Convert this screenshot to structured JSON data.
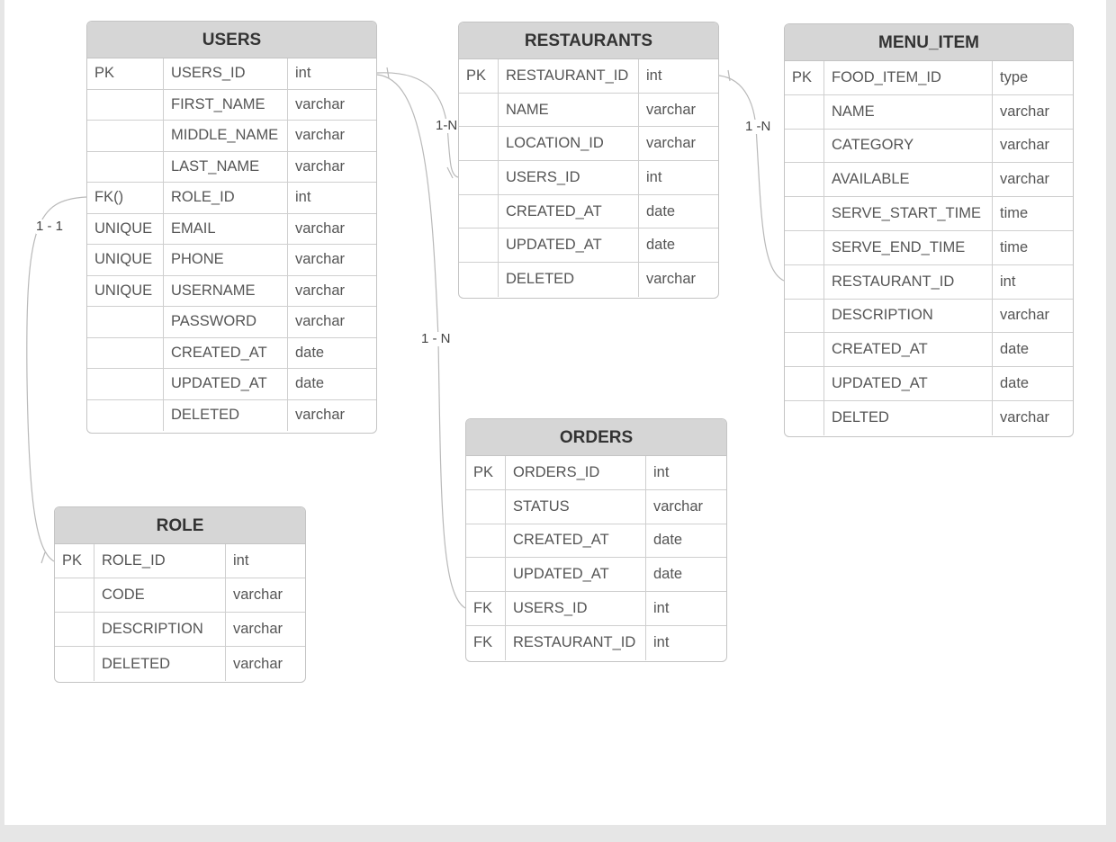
{
  "entities": {
    "users": {
      "title": "USERS",
      "rows": [
        {
          "key": "PK",
          "field": "USERS_ID",
          "type": "int"
        },
        {
          "key": "",
          "field": "FIRST_NAME",
          "type": "varchar"
        },
        {
          "key": "",
          "field": "MIDDLE_NAME",
          "type": "varchar"
        },
        {
          "key": "",
          "field": "LAST_NAME",
          "type": "varchar"
        },
        {
          "key": "FK()",
          "field": "ROLE_ID",
          "type": "int"
        },
        {
          "key": "UNIQUE",
          "field": "EMAIL",
          "type": "varchar"
        },
        {
          "key": "UNIQUE",
          "field": "PHONE",
          "type": "varchar"
        },
        {
          "key": "UNIQUE",
          "field": "USERNAME",
          "type": "varchar"
        },
        {
          "key": "",
          "field": "PASSWORD",
          "type": "varchar"
        },
        {
          "key": "",
          "field": "CREATED_AT",
          "type": "date"
        },
        {
          "key": "",
          "field": "UPDATED_AT",
          "type": "date"
        },
        {
          "key": "",
          "field": "DELETED",
          "type": "varchar"
        }
      ]
    },
    "restaurants": {
      "title": "RESTAURANTS",
      "rows": [
        {
          "key": "PK",
          "field": "RESTAURANT_ID",
          "type": "int"
        },
        {
          "key": "",
          "field": "NAME",
          "type": "varchar"
        },
        {
          "key": "",
          "field": "LOCATION_ID",
          "type": "varchar"
        },
        {
          "key": "",
          "field": "USERS_ID",
          "type": "int"
        },
        {
          "key": "",
          "field": "CREATED_AT",
          "type": "date"
        },
        {
          "key": "",
          "field": "UPDATED_AT",
          "type": "date"
        },
        {
          "key": "",
          "field": "DELETED",
          "type": "varchar"
        }
      ]
    },
    "menu_item": {
      "title": "MENU_ITEM",
      "rows": [
        {
          "key": "PK",
          "field": "FOOD_ITEM_ID",
          "type": "type"
        },
        {
          "key": "",
          "field": "NAME",
          "type": "varchar"
        },
        {
          "key": "",
          "field": "CATEGORY",
          "type": "varchar"
        },
        {
          "key": "",
          "field": "AVAILABLE",
          "type": "varchar"
        },
        {
          "key": "",
          "field": "SERVE_START_TIME",
          "type": "time"
        },
        {
          "key": "",
          "field": "SERVE_END_TIME",
          "type": "time"
        },
        {
          "key": "",
          "field": "RESTAURANT_ID",
          "type": "int"
        },
        {
          "key": "",
          "field": "DESCRIPTION",
          "type": "varchar"
        },
        {
          "key": "",
          "field": "CREATED_AT",
          "type": "date"
        },
        {
          "key": "",
          "field": "UPDATED_AT",
          "type": "date"
        },
        {
          "key": "",
          "field": "DELTED",
          "type": "varchar"
        }
      ]
    },
    "orders": {
      "title": "ORDERS",
      "rows": [
        {
          "key": "PK",
          "field": "ORDERS_ID",
          "type": "int"
        },
        {
          "key": "",
          "field": "STATUS",
          "type": "varchar"
        },
        {
          "key": "",
          "field": "CREATED_AT",
          "type": "date"
        },
        {
          "key": "",
          "field": "UPDATED_AT",
          "type": "date"
        },
        {
          "key": "FK",
          "field": "USERS_ID",
          "type": "int"
        },
        {
          "key": "FK",
          "field": "RESTAURANT_ID",
          "type": "int"
        }
      ]
    },
    "role": {
      "title": "ROLE",
      "rows": [
        {
          "key": "PK",
          "field": "ROLE_ID",
          "type": "int"
        },
        {
          "key": "",
          "field": "CODE",
          "type": "varchar"
        },
        {
          "key": "",
          "field": "DESCRIPTION",
          "type": "varchar"
        },
        {
          "key": "",
          "field": "DELETED",
          "type": "varchar"
        }
      ]
    }
  },
  "relationships": [
    {
      "label": "1 - 1"
    },
    {
      "label": "1-N"
    },
    {
      "label": "1 - N"
    },
    {
      "label": "1 -N"
    }
  ]
}
